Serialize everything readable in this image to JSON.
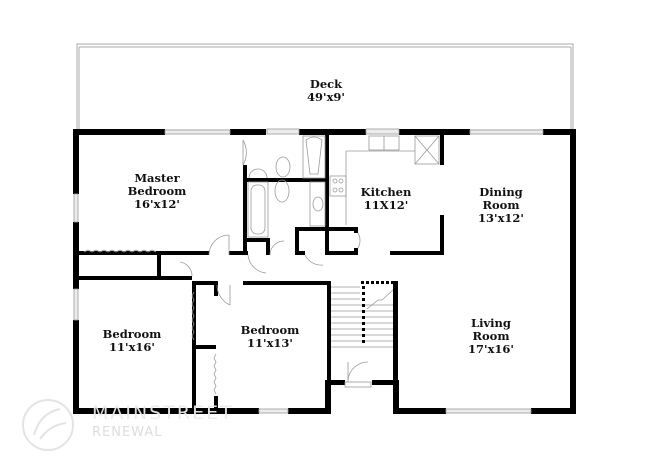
{
  "plan": {
    "type": "floor-plan",
    "rooms": [
      {
        "id": "deck",
        "name": "Deck",
        "dimensions": "49'x9'"
      },
      {
        "id": "master-bedroom",
        "name": "Master Bedroom",
        "name_lines": [
          "Master",
          "Bedroom"
        ],
        "dimensions": "16'x12'"
      },
      {
        "id": "kitchen",
        "name": "Kitchen",
        "name_lines": [
          "Kitchen"
        ],
        "dimensions": "11X12'"
      },
      {
        "id": "dining-room",
        "name": "Dining Room",
        "name_lines": [
          "Dining",
          "Room"
        ],
        "dimensions": "13'x12'"
      },
      {
        "id": "bedroom-2",
        "name": "Bedroom",
        "name_lines": [
          "Bedroom"
        ],
        "dimensions": "11'x16'"
      },
      {
        "id": "bedroom-3",
        "name": "Bedroom",
        "name_lines": [
          "Bedroom"
        ],
        "dimensions": "11'x13'"
      },
      {
        "id": "living-room",
        "name": "Living Room",
        "name_lines": [
          "Living",
          "Room"
        ],
        "dimensions": "17'x16'"
      }
    ]
  },
  "watermark": {
    "line1": "MAINSTREET",
    "line2": "RENEWAL"
  },
  "colors": {
    "wall": "#000000",
    "fixture": "#9a9a9a",
    "window": "#d9d9d9",
    "deck_outline": "#a8a8a8"
  }
}
